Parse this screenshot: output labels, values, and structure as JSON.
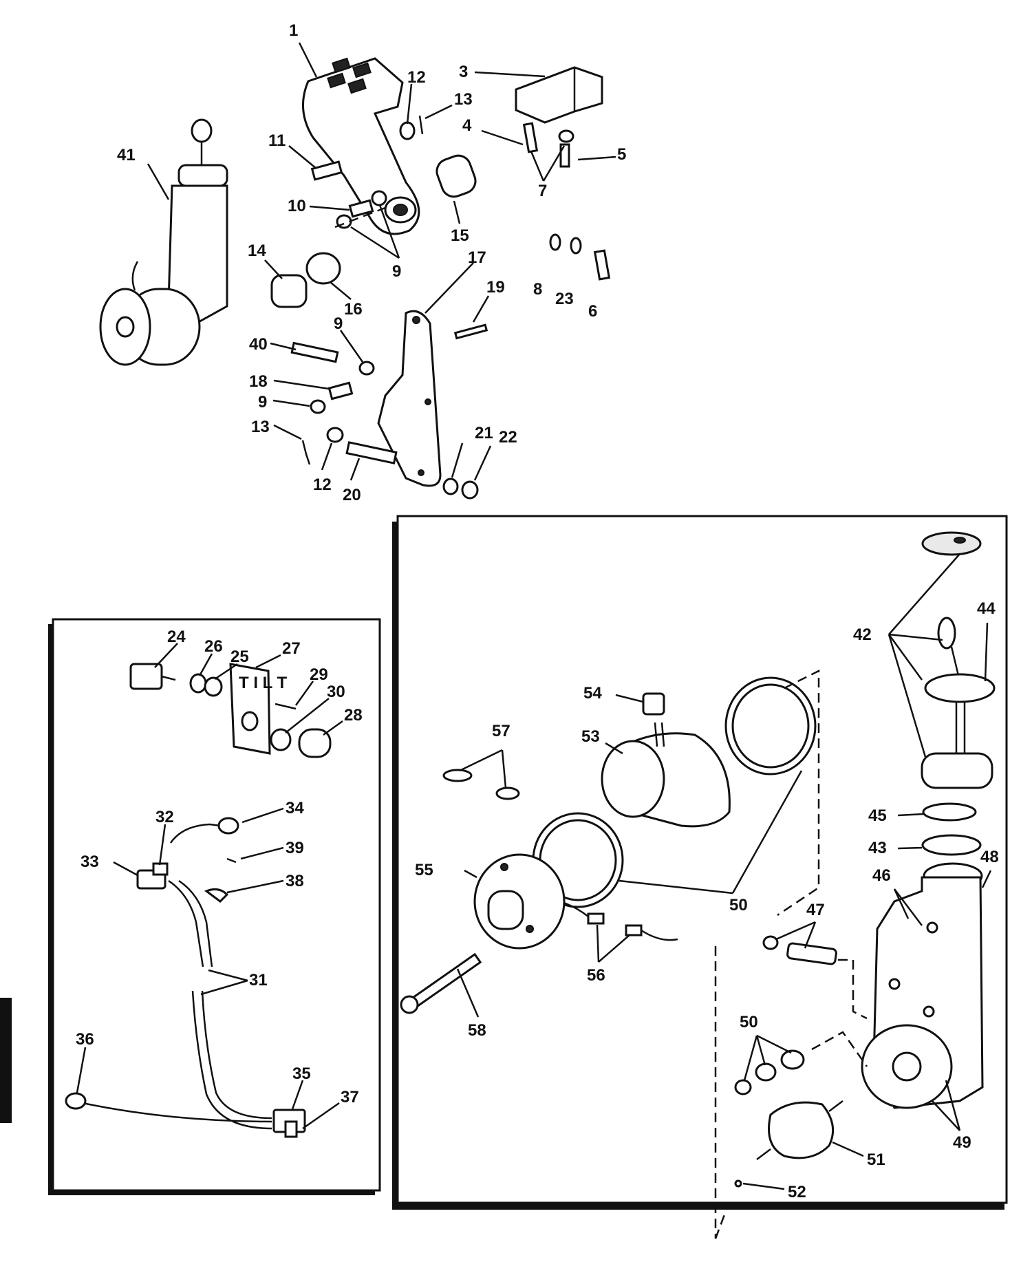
{
  "callouts": [
    {
      "id": "c1",
      "text": "1"
    },
    {
      "id": "c3",
      "text": "3"
    },
    {
      "id": "c12a",
      "text": "12"
    },
    {
      "id": "c13a",
      "text": "13"
    },
    {
      "id": "c4",
      "text": "4"
    },
    {
      "id": "c5",
      "text": "5"
    },
    {
      "id": "c7",
      "text": "7"
    },
    {
      "id": "c41",
      "text": "41"
    },
    {
      "id": "c11",
      "text": "11"
    },
    {
      "id": "c10",
      "text": "10"
    },
    {
      "id": "c15",
      "text": "15"
    },
    {
      "id": "c9a",
      "text": "9"
    },
    {
      "id": "c14",
      "text": "14"
    },
    {
      "id": "c16",
      "text": "16"
    },
    {
      "id": "c17",
      "text": "17"
    },
    {
      "id": "c8",
      "text": "8"
    },
    {
      "id": "c23",
      "text": "23"
    },
    {
      "id": "c6",
      "text": "6"
    },
    {
      "id": "c19",
      "text": "19"
    },
    {
      "id": "c40",
      "text": "40"
    },
    {
      "id": "c9b",
      "text": "9"
    },
    {
      "id": "c18",
      "text": "18"
    },
    {
      "id": "c9c",
      "text": "9"
    },
    {
      "id": "c13b",
      "text": "13"
    },
    {
      "id": "c21",
      "text": "21"
    },
    {
      "id": "c22",
      "text": "22"
    },
    {
      "id": "c12b",
      "text": "12"
    },
    {
      "id": "c20",
      "text": "20"
    },
    {
      "id": "c24",
      "text": "24"
    },
    {
      "id": "c26",
      "text": "26"
    },
    {
      "id": "c25",
      "text": "25"
    },
    {
      "id": "c27",
      "text": "27"
    },
    {
      "id": "c29",
      "text": "29"
    },
    {
      "id": "c30",
      "text": "30"
    },
    {
      "id": "c28",
      "text": "28"
    },
    {
      "id": "c34",
      "text": "34"
    },
    {
      "id": "c32",
      "text": "32"
    },
    {
      "id": "c39",
      "text": "39"
    },
    {
      "id": "c33",
      "text": "33"
    },
    {
      "id": "c38",
      "text": "38"
    },
    {
      "id": "c31",
      "text": "31"
    },
    {
      "id": "c36",
      "text": "36"
    },
    {
      "id": "c35",
      "text": "35"
    },
    {
      "id": "c37",
      "text": "37"
    },
    {
      "id": "c42",
      "text": "42"
    },
    {
      "id": "c44",
      "text": "44"
    },
    {
      "id": "c54",
      "text": "54"
    },
    {
      "id": "c57",
      "text": "57"
    },
    {
      "id": "c53",
      "text": "53"
    },
    {
      "id": "c45",
      "text": "45"
    },
    {
      "id": "c43",
      "text": "43"
    },
    {
      "id": "c48",
      "text": "48"
    },
    {
      "id": "c46",
      "text": "46"
    },
    {
      "id": "c55",
      "text": "55"
    },
    {
      "id": "c50a",
      "text": "50"
    },
    {
      "id": "c47",
      "text": "47"
    },
    {
      "id": "c56",
      "text": "56"
    },
    {
      "id": "c58",
      "text": "58"
    },
    {
      "id": "c50b",
      "text": "50"
    },
    {
      "id": "c49",
      "text": "49"
    },
    {
      "id": "c51",
      "text": "51"
    },
    {
      "id": "c52",
      "text": "52"
    }
  ],
  "decals": {
    "switch_plate_text": "T I L T"
  }
}
